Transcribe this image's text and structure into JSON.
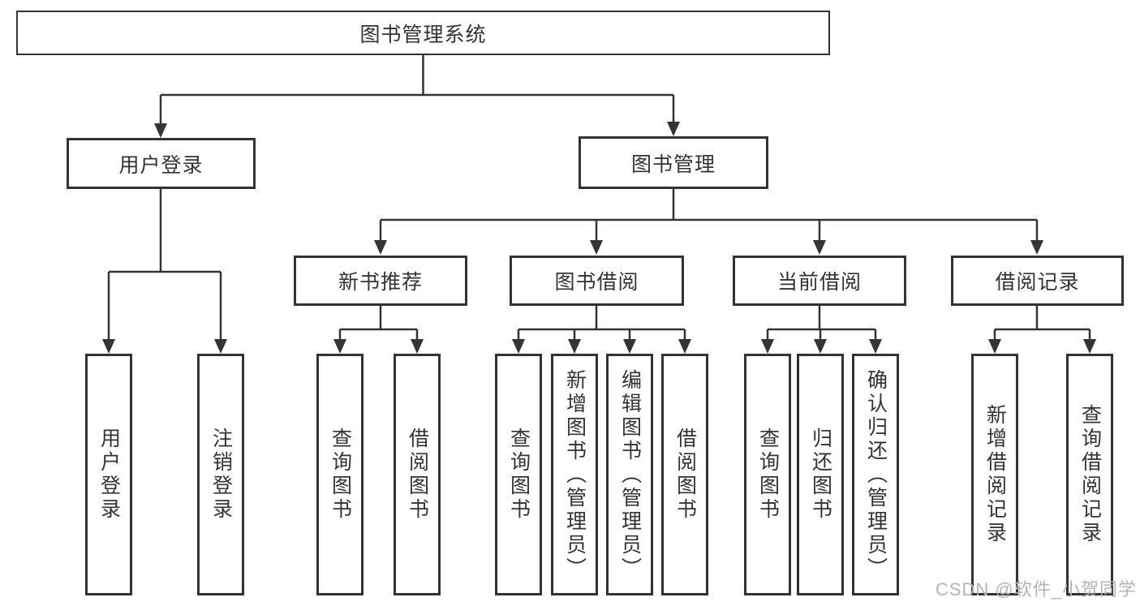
{
  "tree": {
    "root": {
      "label": "图书管理系统"
    },
    "user": {
      "label": "用户登录",
      "children": [
        {
          "label": "用户登录"
        },
        {
          "label": "注销登录"
        }
      ]
    },
    "mgmt": {
      "label": "图书管理",
      "sections": [
        {
          "label": "新书推荐",
          "children": [
            {
              "label": "查询图书"
            },
            {
              "label": "借阅图书"
            }
          ]
        },
        {
          "label": "图书借阅",
          "children": [
            {
              "label": "查询图书"
            },
            {
              "label": "新增图书（管理员）"
            },
            {
              "label": "编辑图书（管理员）"
            },
            {
              "label": "借阅图书"
            }
          ]
        },
        {
          "label": "当前借阅",
          "children": [
            {
              "label": "查询图书"
            },
            {
              "label": "归还图书"
            },
            {
              "label": "确认归还（管理员）"
            }
          ]
        },
        {
          "label": "借阅记录",
          "children": [
            {
              "label": "新增借阅记录"
            },
            {
              "label": "查询借阅记录"
            }
          ]
        }
      ]
    }
  },
  "watermark": {
    "text": "CSDN @软件_小贺同学"
  },
  "colors": {
    "line": "#343434",
    "text": "#333333",
    "box_background": "#ffffff",
    "watermark": "#b4b4b4"
  }
}
